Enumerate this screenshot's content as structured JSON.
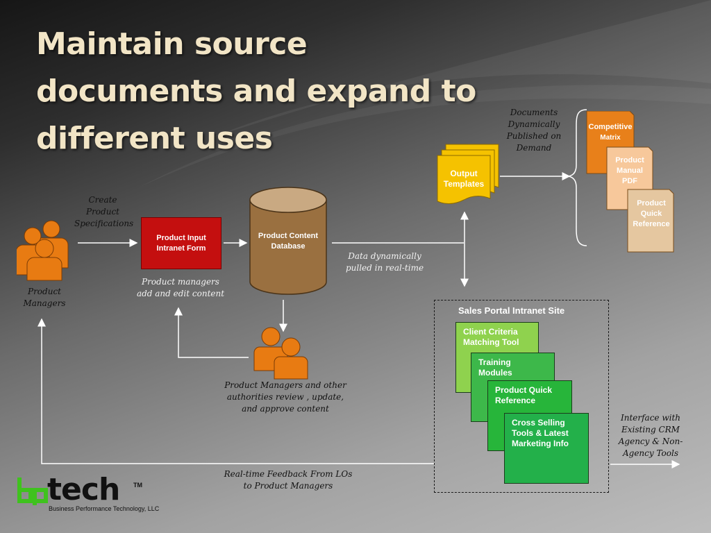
{
  "slide": {
    "title_lines": [
      "Maintain source",
      "documents and expand to",
      "different uses"
    ]
  },
  "notes": {
    "create_specs": "Create Product Specifications",
    "product_managers": "Product Managers",
    "pm_add_edit": "Product managers add and edit content",
    "data_pulled": "Data dynamically pulled in real-time",
    "reviewers": "Product Managers and other authorities review , update, and approve content",
    "docs_published": "Documents Dynamically Published on Demand",
    "feedback": "Real-time Feedback From LOs to Product Managers",
    "crm_interface": "Interface with Existing CRM Agency & Non-Agency Tools"
  },
  "boxes": {
    "input_form": "Product Input Intranet Form",
    "database": "Product Content Database",
    "output_templates": "Output Templates"
  },
  "documents": [
    {
      "title": "Competitive",
      "subtitle": "Matrix",
      "color": "#e8801a"
    },
    {
      "title": "Product Manual PDF",
      "subtitle": "",
      "color": "#f7c89b"
    },
    {
      "title": "Product Quick Reference",
      "subtitle": "",
      "color": "#e5c7a0"
    }
  ],
  "portal": {
    "title": "Sales Portal Intranet Site",
    "cards": [
      {
        "label": "Client Criteria Matching Tool",
        "color": "#8fd24e"
      },
      {
        "label": "Training Modules",
        "color": "#3db84a"
      },
      {
        "label": "Product Quick Reference",
        "color": "#27b53a"
      },
      {
        "label": "Cross Selling Tools & Latest Marketing Info",
        "color": "#23b04a"
      }
    ]
  },
  "logo": {
    "wordmark": "tech",
    "tm": "TM",
    "tagline": "Business Performance Technology, LLC",
    "accent": "#3fc21e"
  },
  "colors": {
    "person": "#e87b12",
    "person_stroke": "#7a3b05",
    "database": "#9a7040",
    "database_top": "#c9a982",
    "input_form": "#c40f0f",
    "templates": "#f5c200",
    "title": "#f2e5c6"
  }
}
